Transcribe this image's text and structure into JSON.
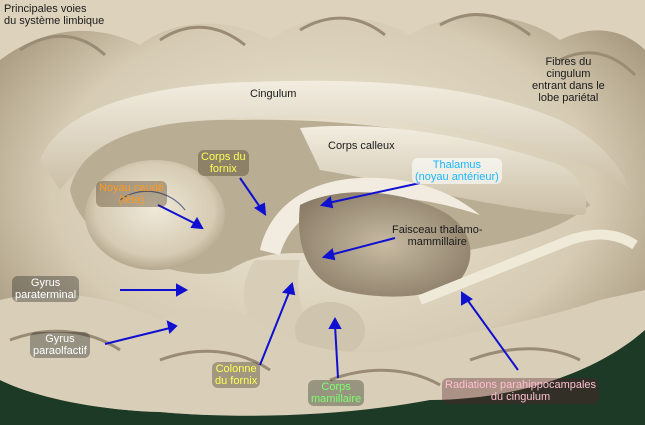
{
  "labels": {
    "title": "Principales voies\ndu système limbique",
    "cingulum": "Cingulum",
    "fibres": "Fibres du\ncingulum\nentrant dans le\nlobe pariétal",
    "corps_fornix": "Corps du\nfornix",
    "corps_calleux": "Corps calleux",
    "thalamus": "Thalamus\n(noyau antérieur)",
    "noyau_caude": "Noyau caudé\n(tête)",
    "faisceau": "Faisceau thalamo-\nmammillaire",
    "gyrus_parater": "Gyrus\nparaterminal",
    "gyrus_paraolf": "Gyrus\nparaolfactif",
    "colonne": "Colonne\ndu fornix",
    "corps_mam": "Corps\nmamillaire",
    "radiations": "Radiations parahippocampales\ndu cingulum"
  },
  "colors": {
    "arrow": "#1010d0",
    "background": "#1d3a26",
    "tissue_light": "#ece6d4",
    "tissue_mid": "#c9bea5",
    "tissue_dark": "#8d7f69"
  }
}
